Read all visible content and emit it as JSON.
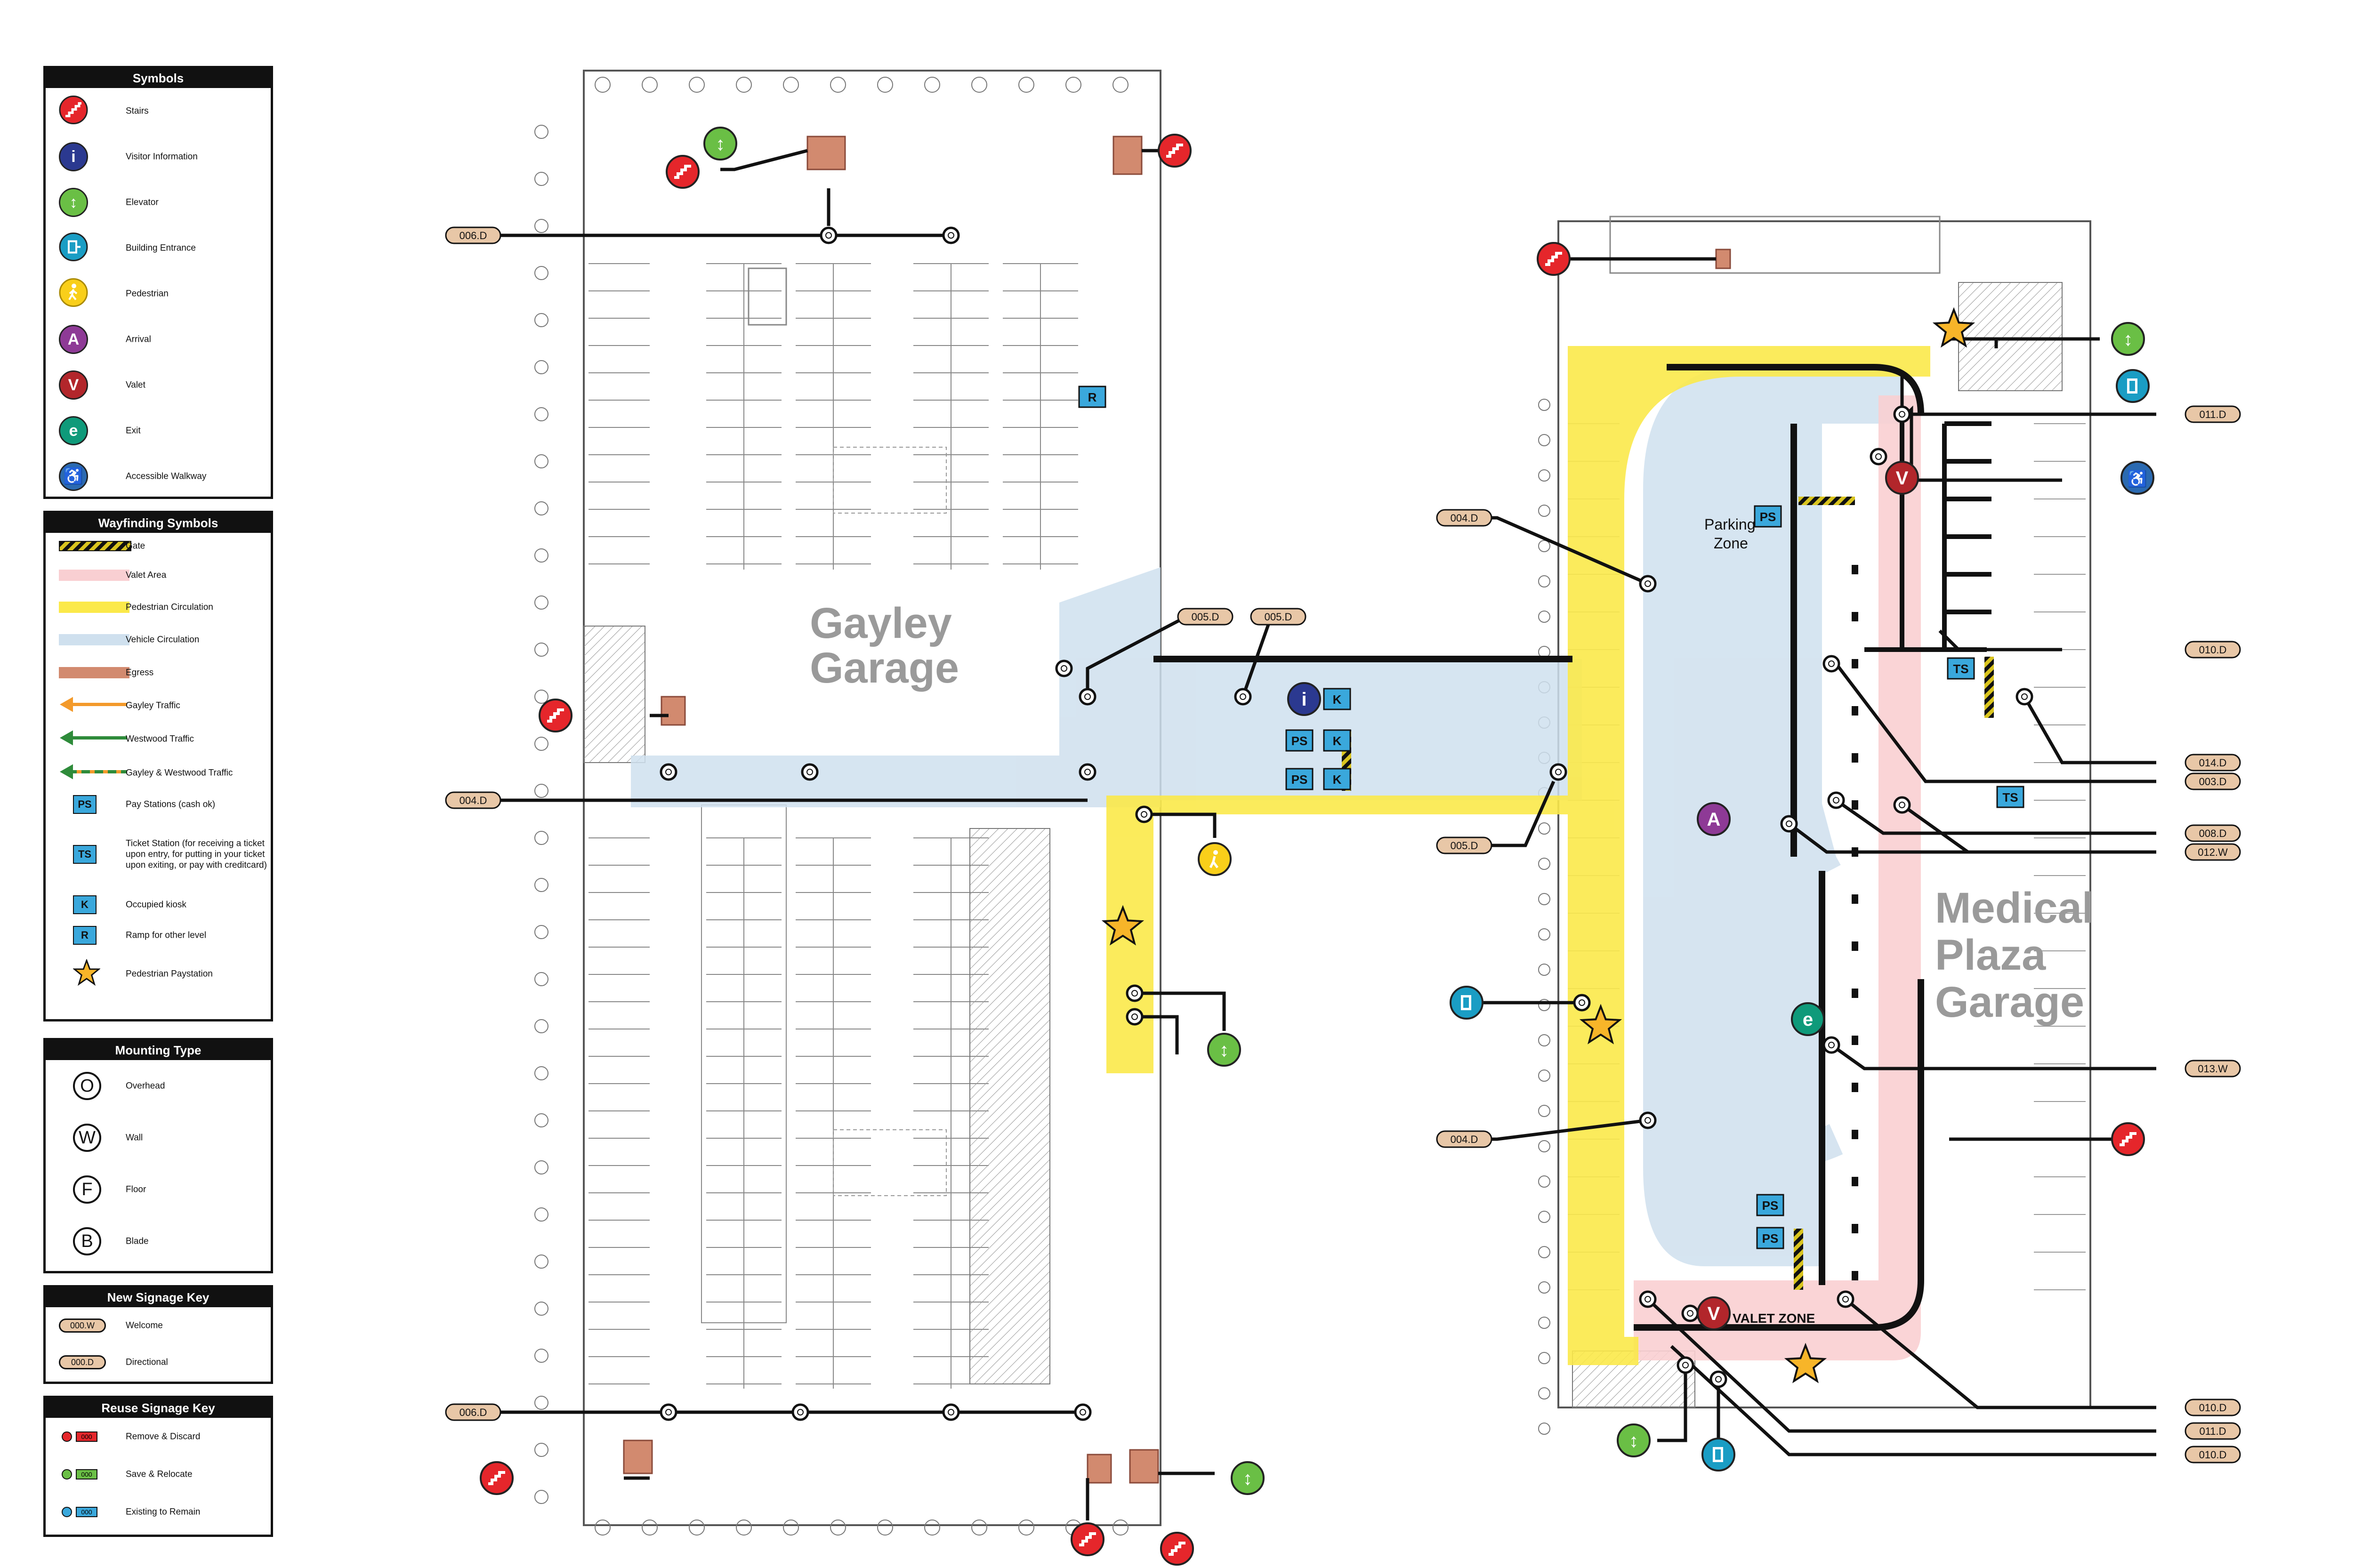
{
  "colors": {
    "stairs": "#e5262b",
    "visitor_info": "#2b3990",
    "elevator": "#6abf45",
    "building_entrance": "#1a9dc4",
    "pedestrian": "#f9cf1a",
    "arrival": "#8e3a96",
    "valet": "#b2262b",
    "exit": "#0f9a7a",
    "accessible": "#2b6ab1",
    "gate": "#d9c41e",
    "valet_area": "#f9cfd2",
    "pedestrian_circulation": "#fbe94a",
    "vehicle_circulation": "#cfe0ee",
    "egress": "#d28a6f",
    "gayley_traffic": "#f39a2b",
    "westwood_traffic": "#2e8b3a",
    "kiosk_blue": "#3aa8dc",
    "star": "#f7b529",
    "signage_pill": "#e8c7a7"
  },
  "legend_symbols": {
    "title": "Symbols",
    "items": [
      {
        "label": "Stairs",
        "icon": "stairs-icon"
      },
      {
        "label": "Visitor Information",
        "icon": "info-icon",
        "glyph": "i"
      },
      {
        "label": "Elevator",
        "icon": "elevator-icon",
        "glyph": "↕"
      },
      {
        "label": "Building Entrance",
        "icon": "building-entrance-icon"
      },
      {
        "label": "Pedestrian",
        "icon": "pedestrian-icon"
      },
      {
        "label": "Arrival",
        "icon": "arrival-icon",
        "glyph": "A"
      },
      {
        "label": "Valet",
        "icon": "valet-icon",
        "glyph": "V"
      },
      {
        "label": "Exit",
        "icon": "exit-icon",
        "glyph": "e"
      },
      {
        "label": "Accessible Walkway",
        "icon": "accessible-icon",
        "glyph": "♿"
      }
    ]
  },
  "legend_wayfinding": {
    "title": "Wayfinding Symbols",
    "items": [
      {
        "label": "Gate"
      },
      {
        "label": "Valet Area"
      },
      {
        "label": "Pedestrian Circulation"
      },
      {
        "label": "Vehicle Circulation"
      },
      {
        "label": "Egress"
      },
      {
        "label": "Gayley Traffic"
      },
      {
        "label": "Westwood Traffic"
      },
      {
        "label": "Gayley & Westwood Traffic"
      },
      {
        "label": "Pay Stations (cash ok)",
        "glyph": "PS"
      },
      {
        "label": "Ticket Station (for receiving a ticket upon entry, for putting in your ticket upon exiting, or pay with creditcard)",
        "glyph": "TS"
      },
      {
        "label": "Occupied kiosk",
        "glyph": "K"
      },
      {
        "label": "Ramp for other level",
        "glyph": "R"
      },
      {
        "label": "Pedestrian Paystation"
      }
    ]
  },
  "legend_mounting": {
    "title": "Mounting Type",
    "items": [
      {
        "label": "Overhead",
        "glyph": "O"
      },
      {
        "label": "Wall",
        "glyph": "W"
      },
      {
        "label": "Floor",
        "glyph": "F"
      },
      {
        "label": "Blade",
        "glyph": "B"
      }
    ]
  },
  "legend_new_signage": {
    "title": "New Signage Key",
    "items": [
      {
        "label": "Welcome",
        "code": "000.W"
      },
      {
        "label": "Directional",
        "code": "000.D"
      }
    ]
  },
  "legend_reuse_signage": {
    "title": "Reuse Signage Key",
    "items": [
      {
        "label": "Remove & Discard",
        "color": "#e5262b",
        "code": "000"
      },
      {
        "label": "Save & Relocate",
        "color": "#6abf45",
        "code": "000"
      },
      {
        "label": "Existing to Remain",
        "color": "#3aa8dc",
        "code": "000"
      }
    ]
  },
  "map_labels": {
    "gayley_line1": "Gayley",
    "gayley_line2": "Garage",
    "medical_line1": "Medical",
    "medical_line2": "Plaza",
    "medical_line3": "Garage",
    "parking_zone_line1": "Parking",
    "parking_zone_line2": "Zone",
    "valet_zone": "VALET ZONE"
  },
  "sign_tags": [
    "006.D",
    "004.D",
    "005.D",
    "005.D",
    "005.D",
    "006.D",
    "004.D",
    "004.D",
    "011.D",
    "010.D",
    "014.D",
    "003.D",
    "008.D",
    "012.W",
    "013.W",
    "010.D",
    "011.D",
    "010.D"
  ]
}
